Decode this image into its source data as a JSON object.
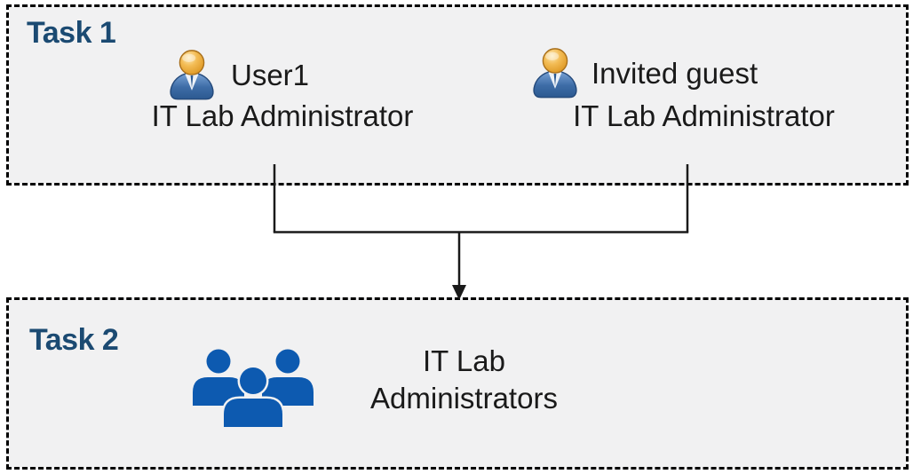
{
  "diagram": {
    "task1": {
      "title": "Task 1",
      "people": [
        {
          "name": "User1",
          "role": "IT Lab Administrator"
        },
        {
          "name": "Invited guest",
          "role": "IT Lab Administrator"
        }
      ]
    },
    "task2": {
      "title": "Task 2",
      "group_label_lines": [
        "IT Lab",
        "Administrators"
      ]
    },
    "connector": {
      "type": "merge-arrow",
      "description": "lines from both Task 1 people merge into one arrow pointing to the Task 2 group"
    },
    "colors": {
      "box_background": "#f1f1f2",
      "box_border": "#000000",
      "task_title_blue": "#1b4a72",
      "body_text": "#1a1a1a",
      "connector_line": "#1a1a1a",
      "group_icon_blue": "#0d5ab0",
      "person_head_gold": "#eca838",
      "person_body_blue": "#3a6ea5"
    }
  }
}
